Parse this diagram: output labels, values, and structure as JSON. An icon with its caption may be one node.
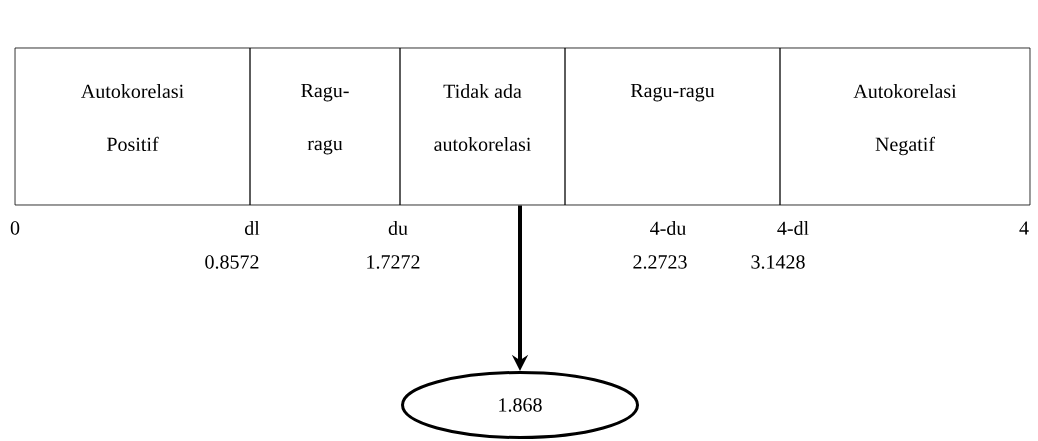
{
  "diagram": {
    "nodes": [
      {
        "text": [
          "Autokorelasi Positif"
        ]
      },
      {
        "text": [
          "Ragu- ragu"
        ]
      },
      {
        "text": [
          "Tidak ada autokorelasi"
        ]
      },
      {
        "text": [
          "Ragu-ragu"
        ]
      },
      {
        "text": [
          "Autokorelasi Negatif"
        ]
      },
      {
        "text": [
          "1.868"
        ]
      }
    ],
    "edges": [
      {
        "from": 2,
        "to": 5,
        "arrow": "to"
      }
    ],
    "labels": [
      "0",
      "dl",
      "du",
      "4-du",
      "4-dl",
      "4",
      "0.8572",
      "1.7272",
      "2.2723",
      "3.1428"
    ]
  }
}
